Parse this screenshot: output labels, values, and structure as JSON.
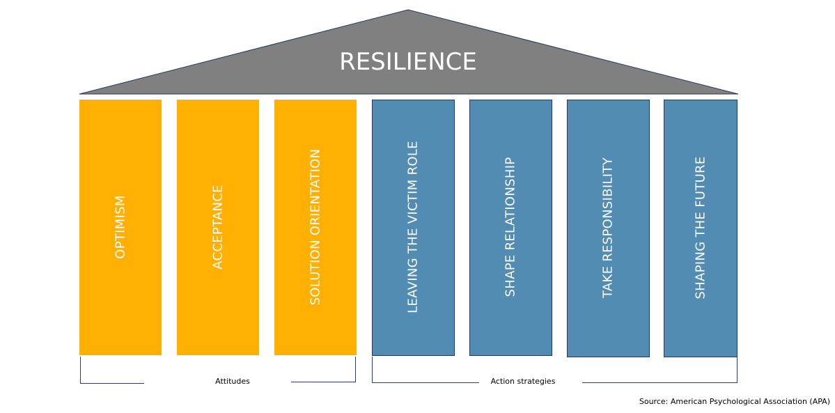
{
  "roof": {
    "title": "RESILIENCE",
    "color": "#808080",
    "border_color": "#1f3b5c"
  },
  "pillars": [
    {
      "label": "OPTIMISM",
      "group": "attitudes"
    },
    {
      "label": "ACCEPTANCE",
      "group": "attitudes"
    },
    {
      "label": "SOLUTION ORIENTATION",
      "group": "attitudes"
    },
    {
      "label": "LEAVING THE VICTIM ROLE",
      "group": "action"
    },
    {
      "label": "SHAPE RELATIONSHIP",
      "group": "action"
    },
    {
      "label": "TAKE RESPONSIBILITY",
      "group": "action"
    },
    {
      "label": "SHAPING THE FUTURE",
      "group": "action"
    }
  ],
  "groups": {
    "attitudes": {
      "label": "Attitudes",
      "color": "#ffb000"
    },
    "action": {
      "label": "Action strategies",
      "color": "#538cb3",
      "border_color": "#1f3b5c"
    }
  },
  "source": "Source: American Psychological Association (APA)"
}
